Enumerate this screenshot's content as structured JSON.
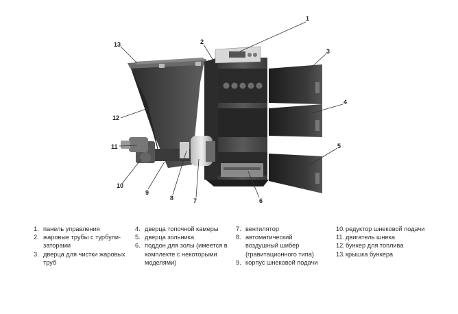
{
  "callouts": [
    "1",
    "2",
    "3",
    "4",
    "5",
    "6",
    "7",
    "8",
    "9",
    "10",
    "11",
    "12",
    "13"
  ],
  "legend": {
    "col1": [
      {
        "num": "1.",
        "text": "панель управления"
      },
      {
        "num": "2.",
        "text": "жаровые трубы с турбули-заторами"
      },
      {
        "num": "3.",
        "text": "дверца для чистки жаровых труб"
      }
    ],
    "col2": [
      {
        "num": "4.",
        "text": "дверца топочной камеры"
      },
      {
        "num": "5.",
        "text": "дверца зольника"
      },
      {
        "num": "6.",
        "text": "поддон для золы (имеется в комплекте с некоторыми моделями)"
      }
    ],
    "col3": [
      {
        "num": "7.",
        "text": "вентилятор"
      },
      {
        "num": "8.",
        "text": "автоматический воздушный шибер (гравитационного типа)"
      },
      {
        "num": "9.",
        "text": "корпус шнековой подачи"
      }
    ],
    "col4": [
      {
        "num": "10.",
        "text": "редуктор шнековой подачи"
      },
      {
        "num": "11.",
        "text": "двигатель шнека"
      },
      {
        "num": "12.",
        "text": "бункер для топлива"
      },
      {
        "num": "13.",
        "text": "крышка бункера"
      }
    ]
  }
}
